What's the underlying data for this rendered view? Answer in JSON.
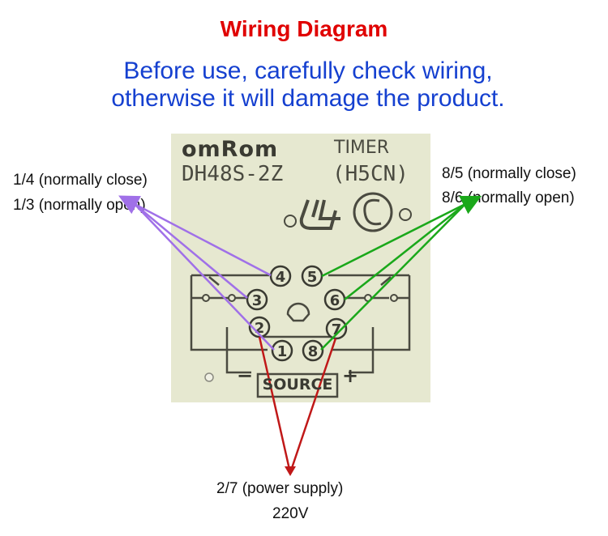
{
  "title": "Wiring Diagram",
  "warning": {
    "line1": "Before use, carefully check wiring,",
    "line2": "otherwise it will damage the product."
  },
  "left_labels": {
    "line1": "1/4  (normally close)",
    "line2": "1/3  (normally open)"
  },
  "right_labels": {
    "line1": "8/5  (normally close)",
    "line2": "8/6  (normally open)"
  },
  "bottom_labels": {
    "line1": "2/7  (power supply)",
    "line2": "220V"
  },
  "device": {
    "brand": "omRom",
    "model": "DH48S-2Z",
    "kind": "TIMER",
    "code": "(H5CN)",
    "source_label": "SOURCE",
    "minus": "−",
    "plus": "+"
  },
  "pins": [
    "1",
    "2",
    "3",
    "4",
    "5",
    "6",
    "7",
    "8"
  ],
  "colors": {
    "title": "#e00000",
    "warning": "#1540d0",
    "left_arrows": "#a070e8",
    "right_arrows": "#1aa81a",
    "bottom_arrows": "#c01818",
    "panel": "#e6e8d0"
  }
}
